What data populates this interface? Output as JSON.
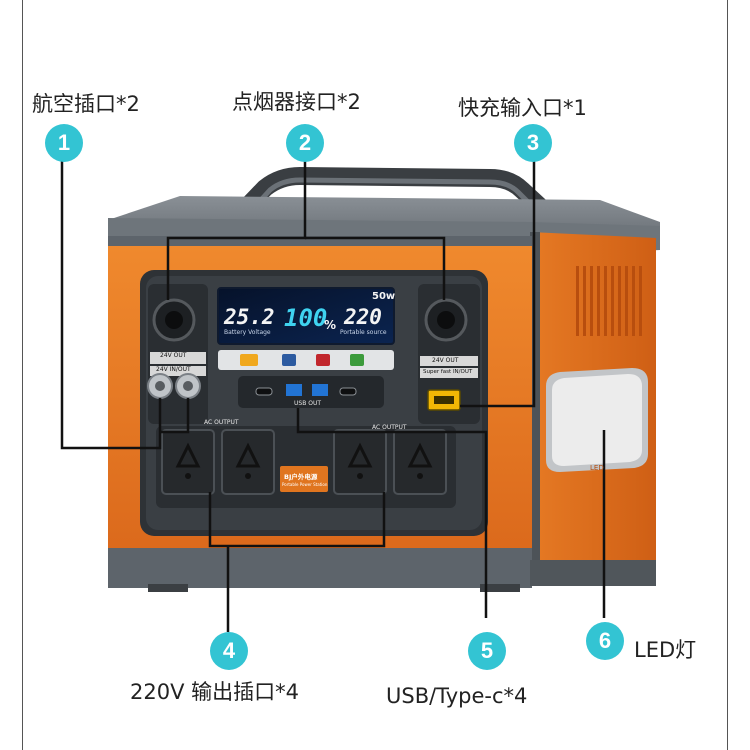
{
  "callouts": [
    {
      "number": "1",
      "label": "航空插口*2"
    },
    {
      "number": "2",
      "label": "点烟器接口*2"
    },
    {
      "number": "3",
      "label": "快充输入口*1"
    },
    {
      "number": "4",
      "label": "220V 输出插口*4"
    },
    {
      "number": "5",
      "label": "USB/Type-c*4"
    },
    {
      "number": "6",
      "label": "LED灯"
    }
  ],
  "display": {
    "battery_voltage": "25.2",
    "battery_voltage_caption": "Battery Voltage",
    "percent": "100",
    "percent_sign": "%",
    "output_value": "220",
    "output_caption": "Portable source",
    "watt": "50",
    "watt_unit": "w"
  },
  "panel_text": {
    "out_12v_left": "24V OUT",
    "in_out_left": "24V IN/OUT",
    "out_12v_right": "24V OUT",
    "super_fast_in": "Super fast IN/OUT",
    "usb_out": "USB OUT",
    "ac_output_left": "AC OUTPUT",
    "ac_output_right": "AC OUTPUT",
    "brand_cn": "BJ户外电源",
    "brand_en": "Portable Power Station",
    "led_side": "LED"
  },
  "colors": {
    "accent_badge": "#33c4d3",
    "body_orange": "#e87722",
    "frame_gray": "#5d646b"
  }
}
